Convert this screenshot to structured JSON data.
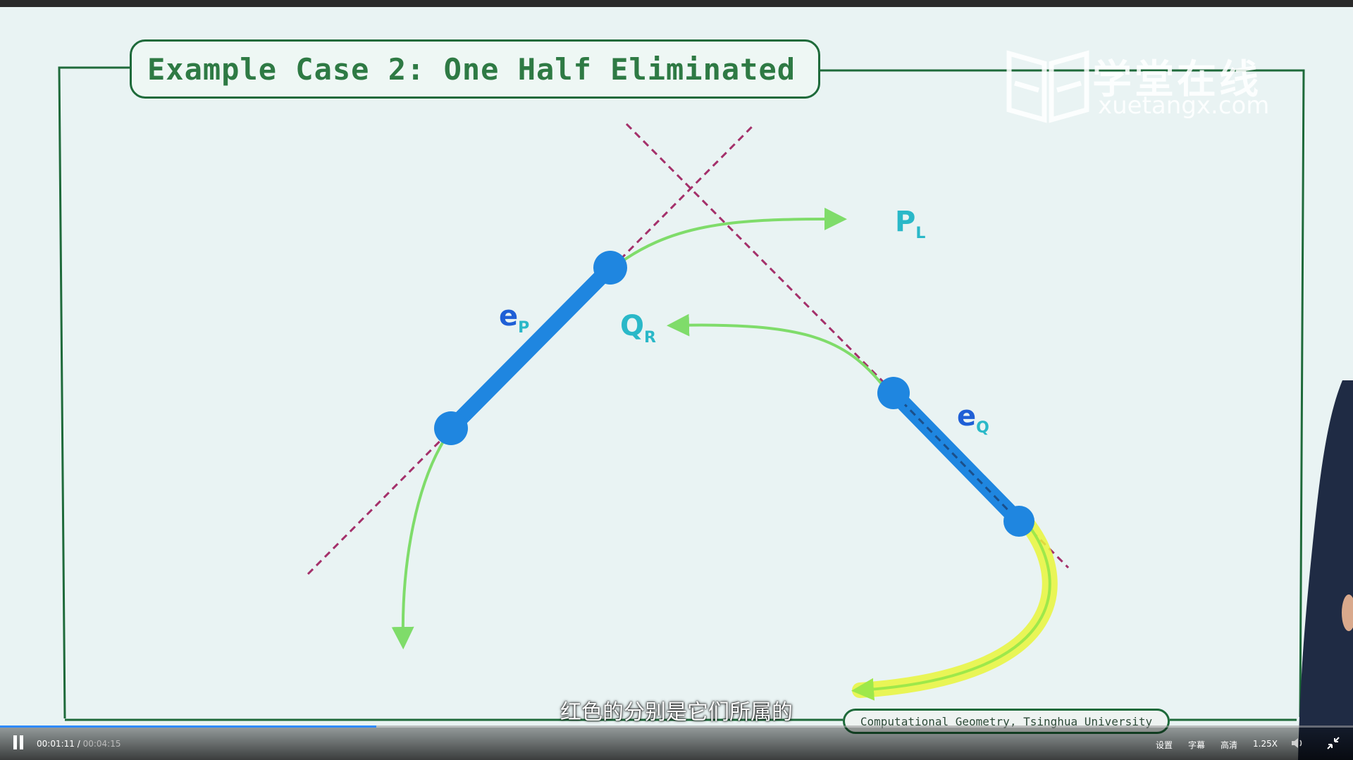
{
  "slide": {
    "title": "Example Case 2: One Half Eliminated",
    "labels": {
      "ep": {
        "main": "e",
        "sub": "P"
      },
      "qr": {
        "main": "Q",
        "sub": "R"
      },
      "pl": {
        "main": "P",
        "sub": "L"
      },
      "eq": {
        "main": "e",
        "sub": "Q"
      }
    },
    "footer": "Computational Geometry, Tsinghua University"
  },
  "watermark": {
    "chinese": "学堂在线",
    "url": "xuetangx.com"
  },
  "subtitle": "红色的分别是它们所属的",
  "player": {
    "current_time": "00:01:11",
    "separator": " / ",
    "total_time": "00:04:15",
    "progress": 0.278,
    "settings_label": "设置",
    "captions_label": "字幕",
    "quality_label": "高清",
    "speed_label": "1.25X",
    "icons": [
      "pause-icon",
      "volume-icon",
      "exit-fullscreen-icon"
    ]
  },
  "colors": {
    "frame": "#1e6a3a",
    "title_text": "#2e7a44",
    "edge_blue": "#1f86e0",
    "dash_red": "#a4306a",
    "arrow_green": "#7fdc6a",
    "highlight_yellow": "#e9f53a",
    "label_cyan": "#2ab8c8",
    "progress": "#2f8bff"
  }
}
